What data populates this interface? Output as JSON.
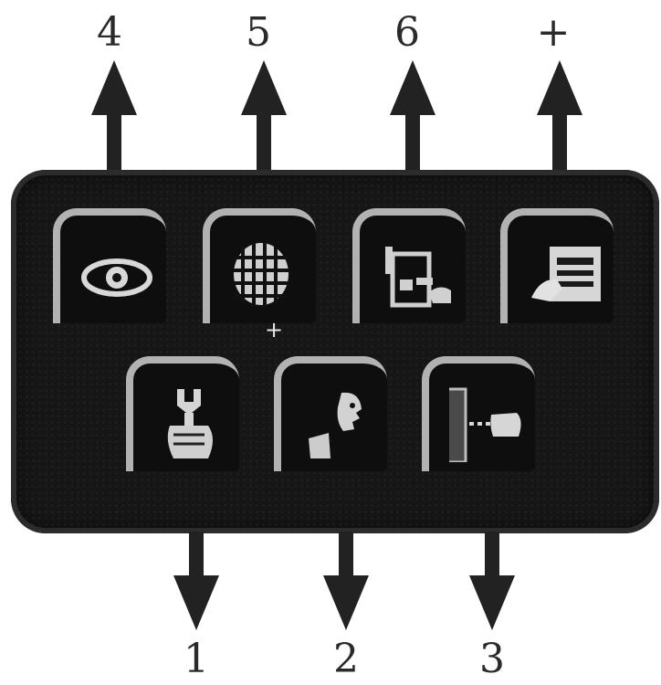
{
  "labels": {
    "top": [
      "4",
      "5",
      "6",
      "+"
    ],
    "bottom": [
      "1",
      "2",
      "3"
    ]
  },
  "buttons": {
    "top_row": [
      {
        "icon": "eye-icon"
      },
      {
        "icon": "mesh-grid-icon"
      },
      {
        "icon": "document-hand-icon"
      },
      {
        "icon": "typewriter-hand-icon"
      }
    ],
    "bottom_row": [
      {
        "icon": "wrench-hand-icon"
      },
      {
        "icon": "talking-head-icon"
      },
      {
        "icon": "door-pointing-hand-icon"
      }
    ],
    "separator": "+"
  },
  "colors": {
    "panel": "#161616",
    "bevel": "#cfcfcf",
    "arrow": "#222222"
  }
}
